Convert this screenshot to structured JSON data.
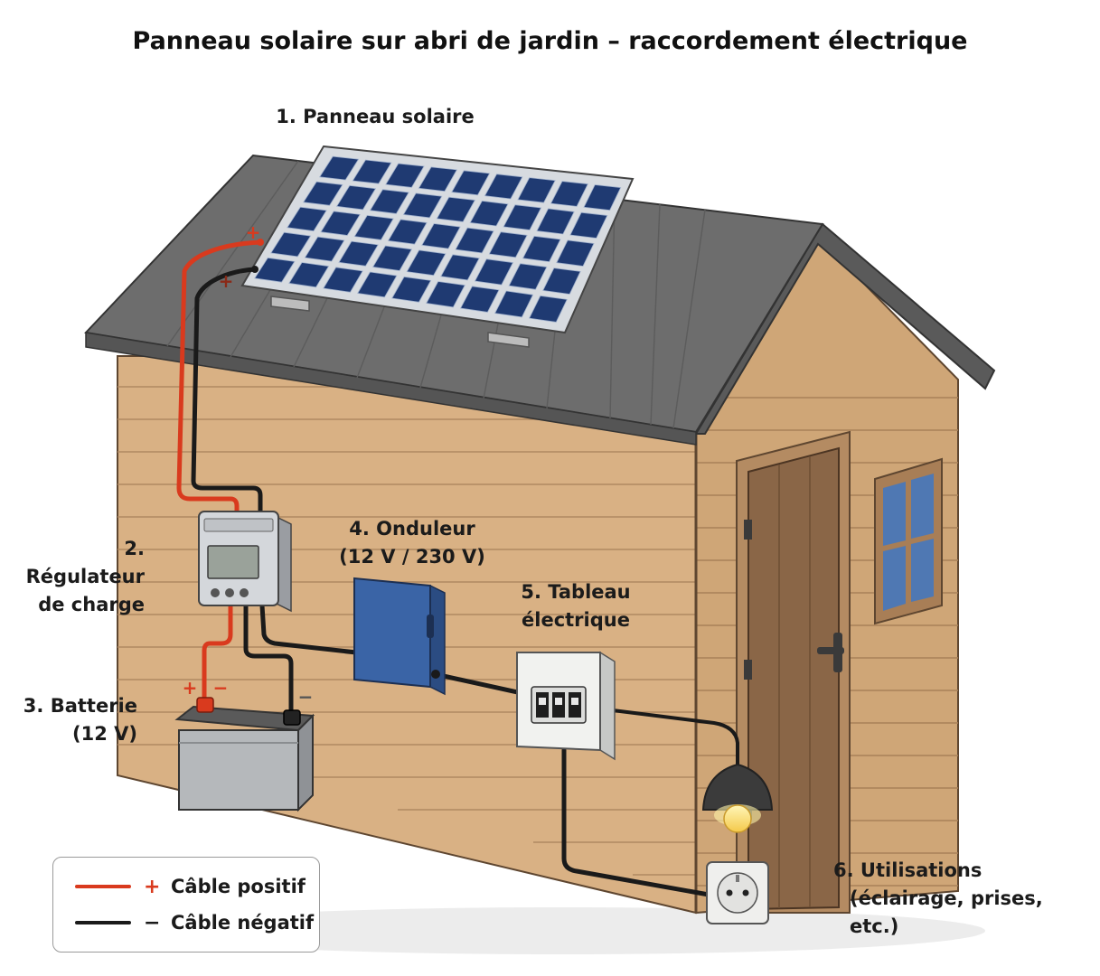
{
  "title": "Panneau solaire sur abri de jardin – raccordement électrique",
  "components": {
    "panel": {
      "label": "1. Panneau solaire"
    },
    "regulator": {
      "line1": "2. Régulateur",
      "line2": "de charge"
    },
    "battery": {
      "line1": "3. Batterie",
      "line2": "(12 V)"
    },
    "inverter": {
      "line1": "4. Onduleur",
      "line2": "(12 V / 230 V)"
    },
    "board": {
      "line1": "5. Tableau",
      "line2": "électrique"
    },
    "uses": {
      "line1": "6. Utilisations",
      "line2": "(éclairage, prises, etc.)"
    }
  },
  "terminals": {
    "plus": "+",
    "minus": "−"
  },
  "legend": {
    "positive": {
      "sign": "+",
      "label": "Câble positif",
      "color": "#d93a1e"
    },
    "negative": {
      "sign": "−",
      "label": "Câble négatif",
      "color": "#1a1a1a"
    }
  },
  "colors": {
    "wall": "#d9b184",
    "roof": "#6d6d6d",
    "panel_cell": "#1f3a72",
    "inverter": "#3a64a6",
    "door": "#8a6647"
  }
}
